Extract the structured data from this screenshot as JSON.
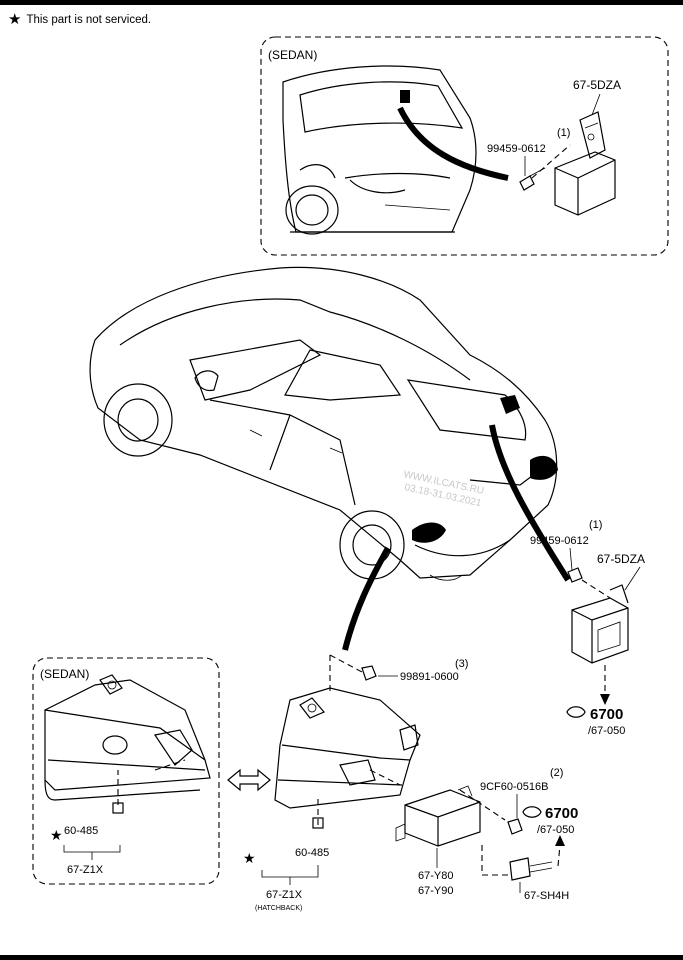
{
  "notice": {
    "star": "★",
    "text": "This part is not serviced."
  },
  "insets": {
    "top": {
      "label": "(SEDAN)"
    },
    "bottom": {
      "label": "(SEDAN)"
    }
  },
  "callouts": {
    "top_inset_bolt": {
      "part": "99459-0612",
      "qty": "(1)"
    },
    "top_inset_module": "67-5DZA",
    "main_bolt": {
      "part": "99459-0612",
      "qty": "(1)"
    },
    "main_module": "67-5DZA",
    "ref_6700_a": {
      "num": "6700",
      "sub": "/67-050"
    },
    "nut": {
      "part": "99891-0600",
      "qty": "(3)"
    },
    "bolt_2": {
      "part": "9CF60-0516B",
      "qty": "(2)"
    },
    "ref_6700_b": {
      "num": "6700",
      "sub": "/67-050"
    },
    "clip_left": "60-485",
    "clip_right": "60-485",
    "sedan_bracket": "67-Z1X",
    "hatch_bracket": "67-Z1X",
    "hatch_note": "(HATCHBACK)",
    "sensor_a": "67-Y80",
    "sensor_b": "67-Y90",
    "connector": "67-SH4H",
    "star_left": "★",
    "star_right": "★"
  },
  "watermark": {
    "line1": "WWW.ILCATS.RU",
    "line2": "03.18-31.03.2021"
  }
}
